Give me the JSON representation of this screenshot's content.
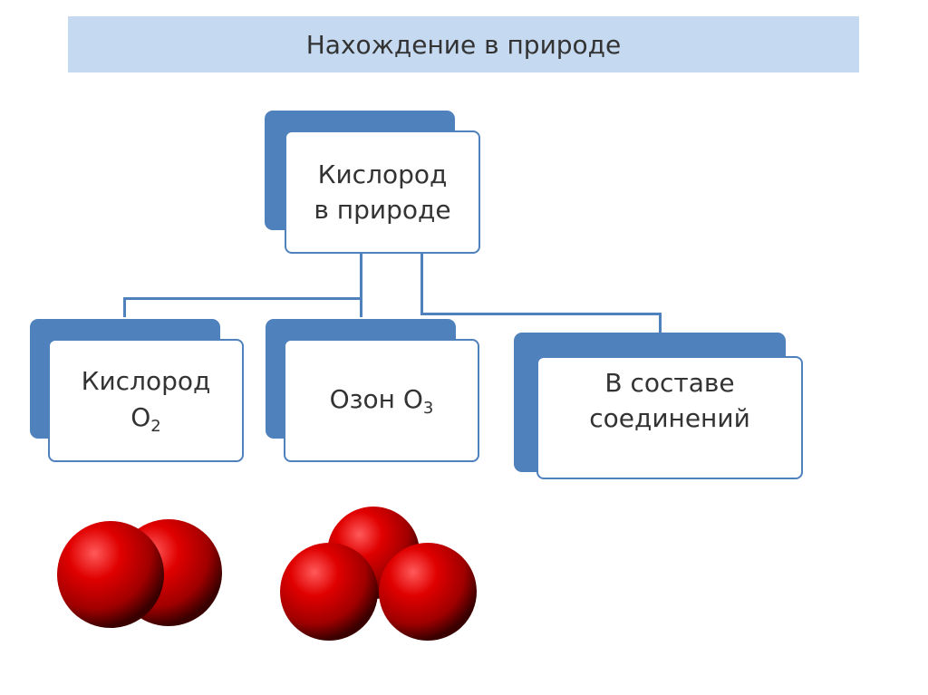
{
  "slide": {
    "title": "Нахождение в природе"
  },
  "diagram": {
    "root": {
      "line1": "Кислород",
      "line2": "в природе"
    },
    "children": [
      {
        "line1": "Кислород",
        "formula": "O",
        "subscript": "2"
      },
      {
        "text": "Озон O",
        "subscript": "3"
      },
      {
        "line1": "В составе",
        "line2": "соединений"
      }
    ]
  },
  "colors": {
    "title_bg": "#c5d9f1",
    "box_back": "#4f81bd",
    "box_border": "#4f81bd",
    "atom": "#e00000"
  }
}
